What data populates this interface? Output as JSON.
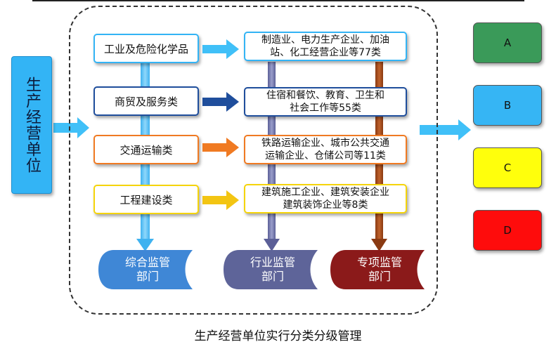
{
  "source": {
    "label": "生产经营单位"
  },
  "categories": [
    {
      "label": "工业及危险化学品",
      "border": "#33b4f5",
      "arrow": "#40c0f8"
    },
    {
      "label": "商贸及服务类",
      "border": "#1f4e9c",
      "arrow": "#1f4e9c"
    },
    {
      "label": "交通运输类",
      "border": "#f07a22",
      "arrow": "#f07a22"
    },
    {
      "label": "工程建设类",
      "border": "#f5d40a",
      "arrow": "#f3c512"
    }
  ],
  "enterprises": [
    {
      "text": "制造业、电力生产企业、加油\n站、化工经营企业等77类"
    },
    {
      "text": "住宿和餐饮、教育、卫生和\n社会工作等55类"
    },
    {
      "text": "铁路运输企业、城市公共交通\n运输企业、仓储公司等11类"
    },
    {
      "text": "建筑施工企业、建筑安装企业\n建筑装饰企业等8类"
    }
  ],
  "departments": [
    {
      "label": "综合监管\n部门",
      "color": "#3f87d6"
    },
    {
      "label": "行业监管\n部门",
      "color": "#5e6499"
    },
    {
      "label": "专项监管\n部门",
      "color": "#8b1a1a"
    }
  ],
  "levels": [
    {
      "label": "A",
      "color": "#3a9a59"
    },
    {
      "label": "B",
      "color": "#36b5f4"
    },
    {
      "label": "C",
      "color": "#ffff0c"
    },
    {
      "label": "D",
      "color": "#fe0c0c"
    }
  ],
  "caption": "生产经营单位实行分类分级管理"
}
